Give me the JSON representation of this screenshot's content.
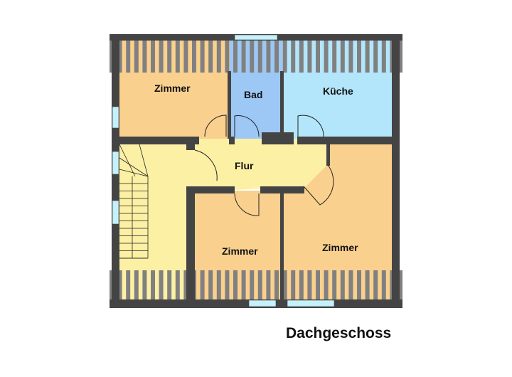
{
  "plan": {
    "title": "Dachgeschoss",
    "rooms": [
      {
        "id": "zimmer-top-left",
        "label": "Zimmer",
        "color": "#FAD08E"
      },
      {
        "id": "bad",
        "label": "Bad",
        "color": "#9DC8F5"
      },
      {
        "id": "kueche",
        "label": "Küche",
        "color": "#B3E6FA"
      },
      {
        "id": "flur",
        "label": "Flur",
        "color": "#FCF0A4"
      },
      {
        "id": "zimmer-bottom-middle",
        "label": "Zimmer",
        "color": "#FAD08E"
      },
      {
        "id": "zimmer-right",
        "label": "Zimmer",
        "color": "#FAD08E"
      }
    ]
  },
  "colors": {
    "wall": "#444444",
    "rafter": "#808080",
    "window": "#C5F1FA",
    "stair": "#FCF0A4"
  }
}
